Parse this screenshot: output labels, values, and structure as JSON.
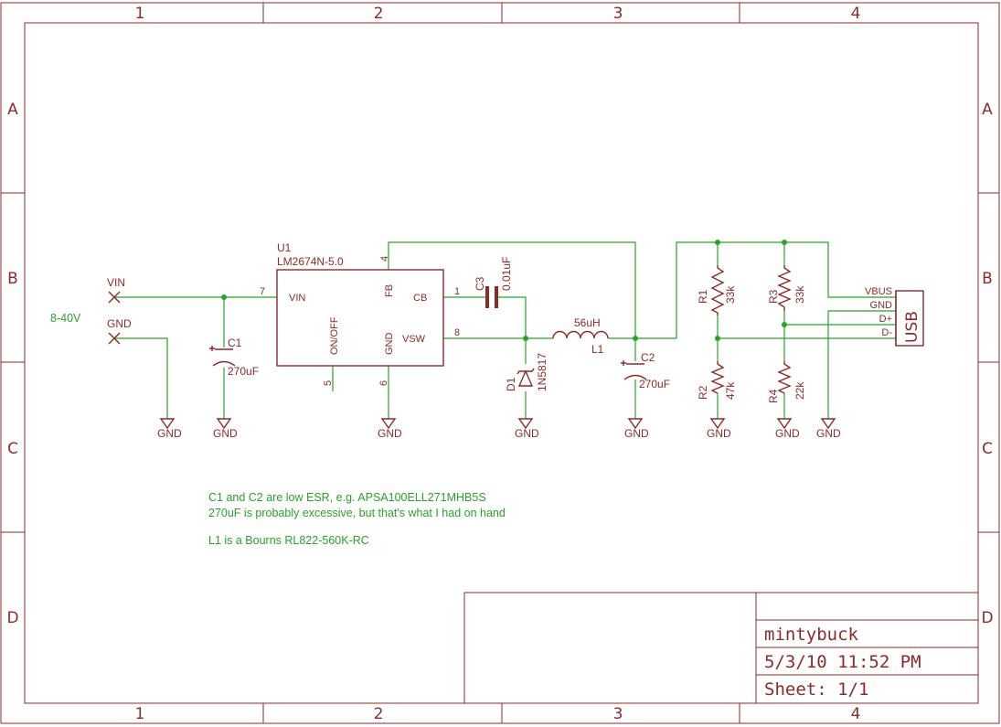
{
  "frame": {
    "columns": [
      "1",
      "2",
      "3",
      "4"
    ],
    "rows": [
      "A",
      "B",
      "C",
      "D"
    ]
  },
  "inputs": {
    "vin_label": "VIN",
    "gnd_label": "GND",
    "range_label": "8-40V"
  },
  "u1": {
    "name": "U1",
    "part": "LM2674N-5.0",
    "pins": {
      "vin": "VIN",
      "fb": "FB",
      "cb": "CB",
      "onoff": "ON/OFF",
      "gnd": "GND",
      "vsw": "VSW",
      "n1": "1",
      "n4": "4",
      "n5": "5",
      "n6": "6",
      "n7": "7",
      "n8": "8"
    }
  },
  "parts": {
    "c1": {
      "name": "C1",
      "value": "270uF"
    },
    "c2": {
      "name": "C2",
      "value": "270uF"
    },
    "c3": {
      "name": "C3",
      "value": "0.01uF"
    },
    "d1": {
      "name": "D1",
      "value": "1N5817"
    },
    "l1": {
      "name": "L1",
      "value": "56uH"
    },
    "r1": {
      "name": "R1",
      "value": "33k"
    },
    "r2": {
      "name": "R2",
      "value": "47k"
    },
    "r3": {
      "name": "R3",
      "value": "33k"
    },
    "r4": {
      "name": "R4",
      "value": "22k"
    }
  },
  "usb": {
    "label": "USB",
    "pins": [
      "VBUS",
      "GND",
      "D+",
      "D-"
    ]
  },
  "gnd_symbols": [
    "GND",
    "GND",
    "GND",
    "GND",
    "GND",
    "GND",
    "GND",
    "GND"
  ],
  "notes": [
    "C1 and C2 are low ESR, e.g. APSA100ELL271MHB5S",
    "270uF is probably excessive, but that's what I had on hand",
    "L1 is a Bourns RL822-560K-RC"
  ],
  "title_block": {
    "title": "mintybuck",
    "date": "5/3/10 11:52 PM",
    "sheet": "Sheet: 1/1"
  },
  "colors": {
    "part": "#8b2a2a",
    "wire": "#2aa12a"
  }
}
